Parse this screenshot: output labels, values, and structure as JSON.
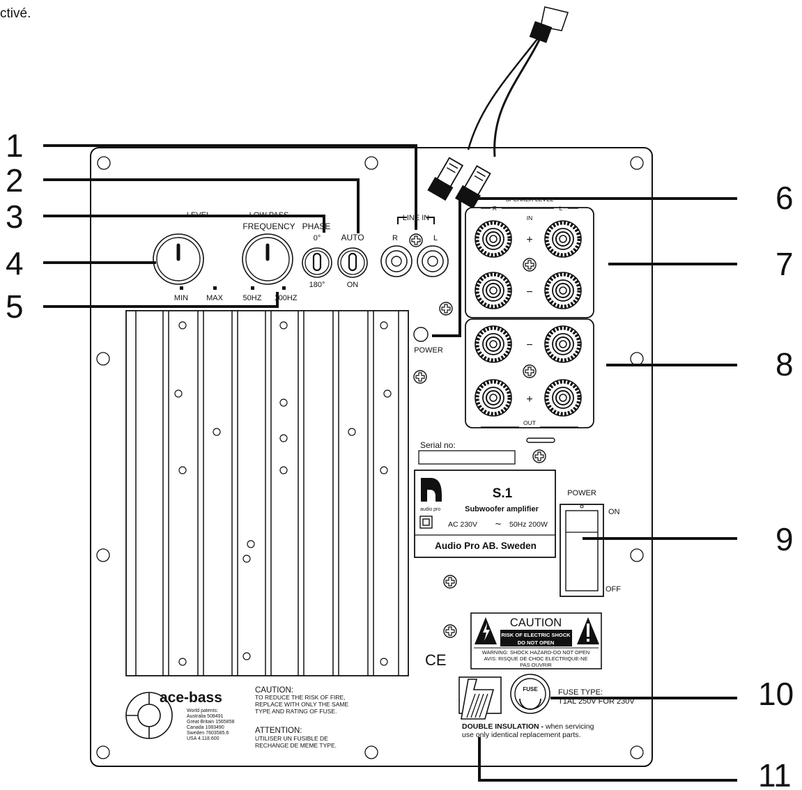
{
  "intro_fragment": "ctivé.",
  "callouts": [
    "1",
    "2",
    "3",
    "4",
    "5",
    "6",
    "7",
    "8",
    "9",
    "10",
    "11"
  ],
  "controls": {
    "level": "LEVEL",
    "low_pass_line1": "LOW PASS",
    "low_pass_line2": "FREQUENCY",
    "phase": "PHASE",
    "phase_0": "0°",
    "phase_180": "180°",
    "auto": "AUTO",
    "on": "ON",
    "min": "MIN",
    "max": "MAX",
    "hz50": "50HZ",
    "hz100": "100HZ",
    "line_in": "LINE IN",
    "r": "R",
    "l": "L"
  },
  "speaker": {
    "speaker_level": "SPEAKER LEVEL",
    "r": "R",
    "l": "L",
    "in": "IN",
    "out": "OUT",
    "plus": "+",
    "minus": "−"
  },
  "power_led_label": "POWER",
  "serial_label": "Serial no:",
  "plate": {
    "model": "S.1",
    "brand_small": "audio pro",
    "subtitle": "Subwoofer amplifier",
    "spec_left": "AC 230V",
    "spec_symbol": "~",
    "spec_right": "50Hz 200W",
    "maker": "Audio Pro AB. Sweden"
  },
  "power_switch": {
    "title": "POWER",
    "on": "ON",
    "off": "OFF"
  },
  "caution_box": {
    "title": "CAUTION",
    "risk1": "RISK OF ELECTRIC SHOCK",
    "risk2": "DO NOT OPEN",
    "warn1": "WARNING: SHOCK HAZARD-DO NOT OPEN",
    "warn2": "AVIS: RISQUE DE CHOC ELECTRIQUE-NE",
    "warn3": "PAS OUVRIR"
  },
  "ce_mark": "CE",
  "fuse": {
    "cap": "FUSE",
    "type1": "FUSE TYPE:",
    "type2": "T1AL 250V FOR 230V"
  },
  "insulation": {
    "line1_bold": "DOUBLE INSULATION -",
    "line1_rest": " when servicing",
    "line2": "use only identical replacement parts."
  },
  "acebass": {
    "logo": "ace-bass",
    "patents": [
      "World patents:",
      "Australia 508491",
      "Great Britain 1565858",
      "Canada 1083490",
      "Sweden 7603585.6",
      "USA 4.118.600"
    ]
  },
  "fuse_caution": {
    "title": "CAUTION:",
    "lines": [
      "TO REDUCE THE RISK OF FIRE,",
      "REPLACE WITH ONLY THE SAME",
      "TYPE AND RATING OF FUSE."
    ],
    "attention_title": "ATTENTION:",
    "attention_lines": [
      "UTILISER UN FUSIBLE DE",
      "RECHANGE DE MEME TYPE."
    ]
  }
}
